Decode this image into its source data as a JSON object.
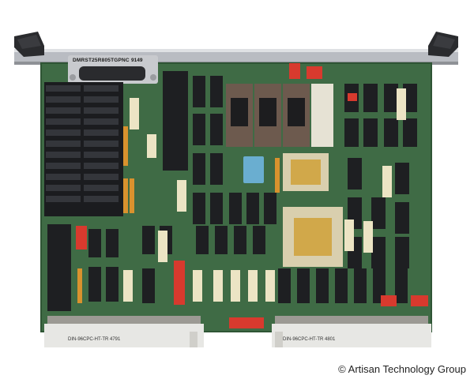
{
  "photo": {
    "subject": "VME single board computer circuit board",
    "connector_label": "DMRST25R805TGPNC",
    "connector_code": "9149",
    "din_connector_left": "DIN-96CPC-HT-TR 4791",
    "din_connector_right": "DIN-96CPC-HT-TR 4801",
    "watermark": "© Artisan Technology Group",
    "colors": {
      "pcb": "#3f6b45",
      "pcb_edge": "#2f5535",
      "chip_black": "#1e1f22",
      "chip_ceramic": "#d9cfae",
      "gold": "#d1a84a",
      "front_panel": "#b9bcc2",
      "red_header": "#d83a2e",
      "background": "#ffffff"
    }
  }
}
